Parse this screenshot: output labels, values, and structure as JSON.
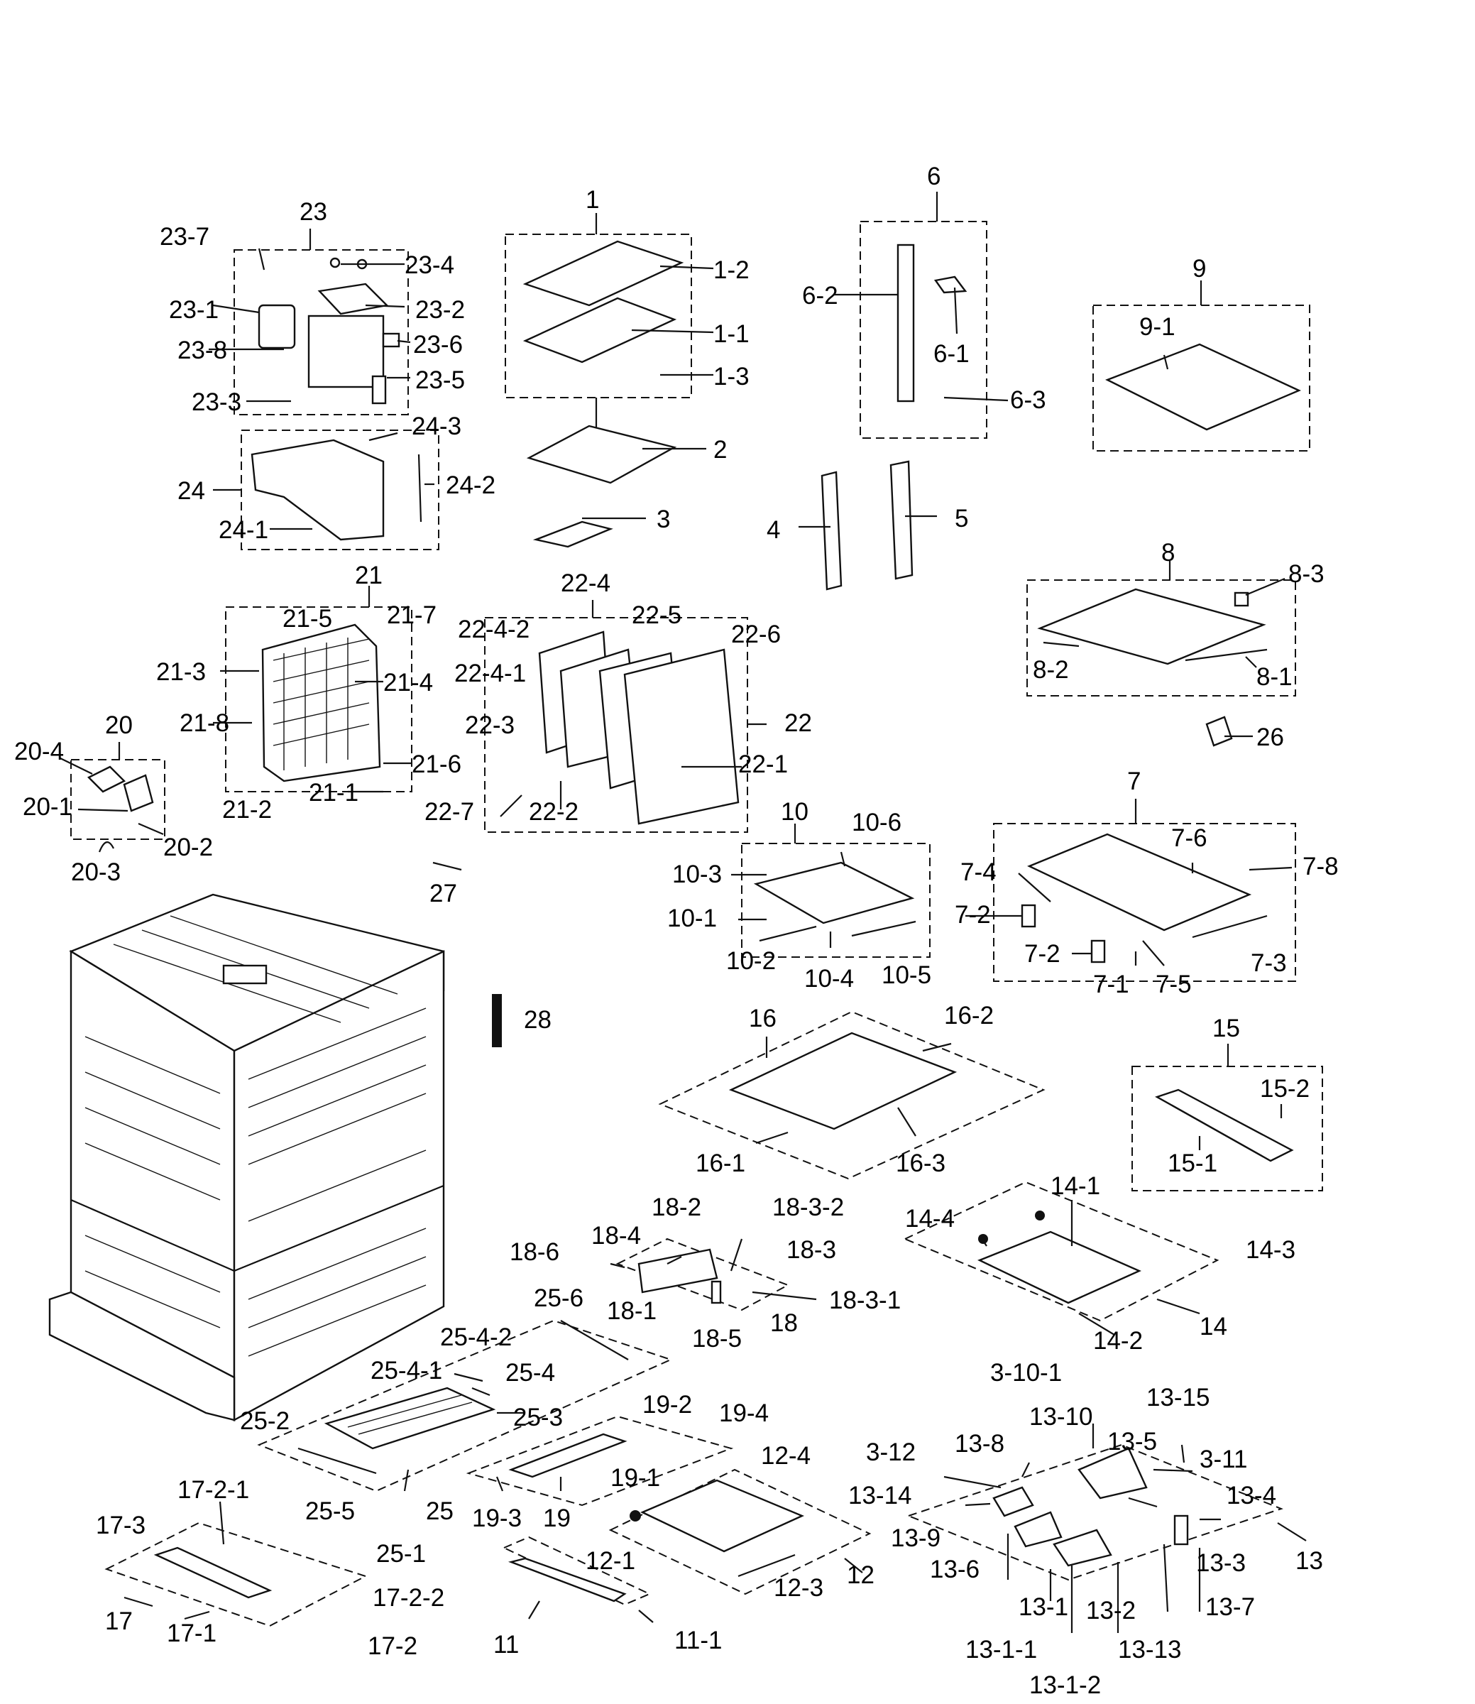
{
  "labels": {
    "p1": "1",
    "p1_1": "1-1",
    "p1_2": "1-2",
    "p1_3": "1-3",
    "p2": "2",
    "p3": "3",
    "p3_10_1": "3-10-1",
    "p3_11": "3-11",
    "p3_12": "3-12",
    "p4": "4",
    "p5": "5",
    "p6": "6",
    "p6_1": "6-1",
    "p6_2": "6-2",
    "p6_3": "6-3",
    "p7": "7",
    "p7_1": "7-1",
    "p7_2a": "7-2",
    "p7_2b": "7-2",
    "p7_3": "7-3",
    "p7_4": "7-4",
    "p7_5": "7-5",
    "p7_6": "7-6",
    "p7_8": "7-8",
    "p8": "8",
    "p8_1": "8-1",
    "p8_2": "8-2",
    "p8_3": "8-3",
    "p9": "9",
    "p9_1": "9-1",
    "p10": "10",
    "p10_1": "10-1",
    "p10_2": "10-2",
    "p10_3": "10-3",
    "p10_4": "10-4",
    "p10_5": "10-5",
    "p10_6": "10-6",
    "p11": "11",
    "p11_1": "11-1",
    "p12": "12",
    "p12_1": "12-1",
    "p12_3": "12-3",
    "p12_4": "12-4",
    "p13": "13",
    "p13_1": "13-1",
    "p13_1_1": "13-1-1",
    "p13_1_2": "13-1-2",
    "p13_2": "13-2",
    "p13_3": "13-3",
    "p13_4": "13-4",
    "p13_5": "13-5",
    "p13_6": "13-6",
    "p13_7": "13-7",
    "p13_8": "13-8",
    "p13_9": "13-9",
    "p13_10": "13-10",
    "p13_13": "13-13",
    "p13_14": "13-14",
    "p13_15": "13-15",
    "p14": "14",
    "p14_1": "14-1",
    "p14_2": "14-2",
    "p14_3": "14-3",
    "p14_4": "14-4",
    "p15": "15",
    "p15_1": "15-1",
    "p15_2": "15-2",
    "p16": "16",
    "p16_1": "16-1",
    "p16_2": "16-2",
    "p16_3": "16-3",
    "p17": "17",
    "p17_1": "17-1",
    "p17_2": "17-2",
    "p17_2_1": "17-2-1",
    "p17_2_2": "17-2-2",
    "p17_3": "17-3",
    "p18": "18",
    "p18_1": "18-1",
    "p18_2": "18-2",
    "p18_3": "18-3",
    "p18_3_1": "18-3-1",
    "p18_3_2": "18-3-2",
    "p18_4": "18-4",
    "p18_5": "18-5",
    "p18_6": "18-6",
    "p19": "19",
    "p19_1": "19-1",
    "p19_2": "19-2",
    "p19_3": "19-3",
    "p19_4": "19-4",
    "p20": "20",
    "p20_1": "20-1",
    "p20_2": "20-2",
    "p20_3": "20-3",
    "p20_4": "20-4",
    "p21": "21",
    "p21_1": "21-1",
    "p21_2": "21-2",
    "p21_3": "21-3",
    "p21_4": "21-4",
    "p21_5": "21-5",
    "p21_6": "21-6",
    "p21_7": "21-7",
    "p21_8": "21-8",
    "p22": "22",
    "p22_1": "22-1",
    "p22_2": "22-2",
    "p22_3": "22-3",
    "p22_4": "22-4",
    "p22_4_1": "22-4-1",
    "p22_4_2": "22-4-2",
    "p22_5": "22-5",
    "p22_6": "22-6",
    "p22_7": "22-7",
    "p23": "23",
    "p23_1": "23-1",
    "p23_2": "23-2",
    "p23_3": "23-3",
    "p23_4": "23-4",
    "p23_5": "23-5",
    "p23_6": "23-6",
    "p23_7": "23-7",
    "p23_8": "23-8",
    "p24": "24",
    "p24_1": "24-1",
    "p24_2": "24-2",
    "p24_3": "24-3",
    "p25": "25",
    "p25_1": "25-1",
    "p25_2": "25-2",
    "p25_3": "25-3",
    "p25_4": "25-4",
    "p25_4_1": "25-4-1",
    "p25_4_2": "25-4-2",
    "p25_5": "25-5",
    "p25_6": "25-6",
    "p26": "26",
    "p27": "27",
    "p28": "28"
  }
}
